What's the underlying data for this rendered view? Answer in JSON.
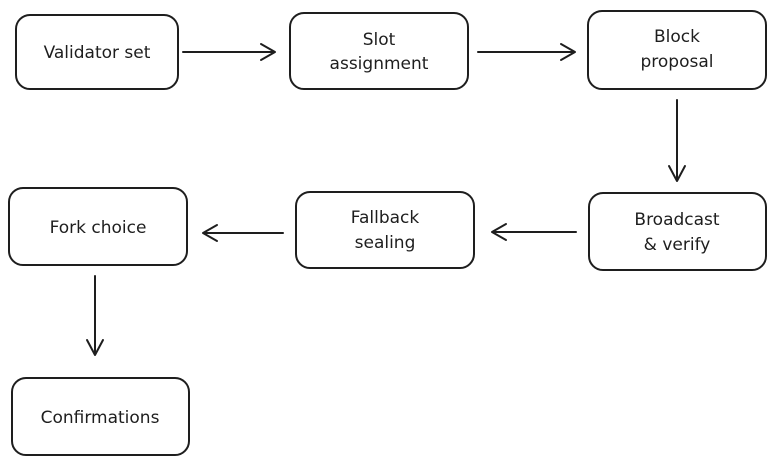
{
  "nodes": {
    "validator_set": {
      "line1": "Validator set",
      "line2": ""
    },
    "slot_assignment": {
      "line1": "Slot",
      "line2": "assignment"
    },
    "block_proposal": {
      "line1": "Block",
      "line2": "proposal"
    },
    "broadcast_verify": {
      "line1": "Broadcast",
      "line2": "& verify"
    },
    "fallback_sealing": {
      "line1": "Fallback",
      "line2": "sealing"
    },
    "fork_choice": {
      "line1": "Fork choice",
      "line2": ""
    },
    "confirmations": {
      "line1": "Confirmations",
      "line2": ""
    }
  },
  "colors": {
    "stroke": "#1e1e1e",
    "fill": "#ffffff",
    "text": "#1e1e1e"
  }
}
